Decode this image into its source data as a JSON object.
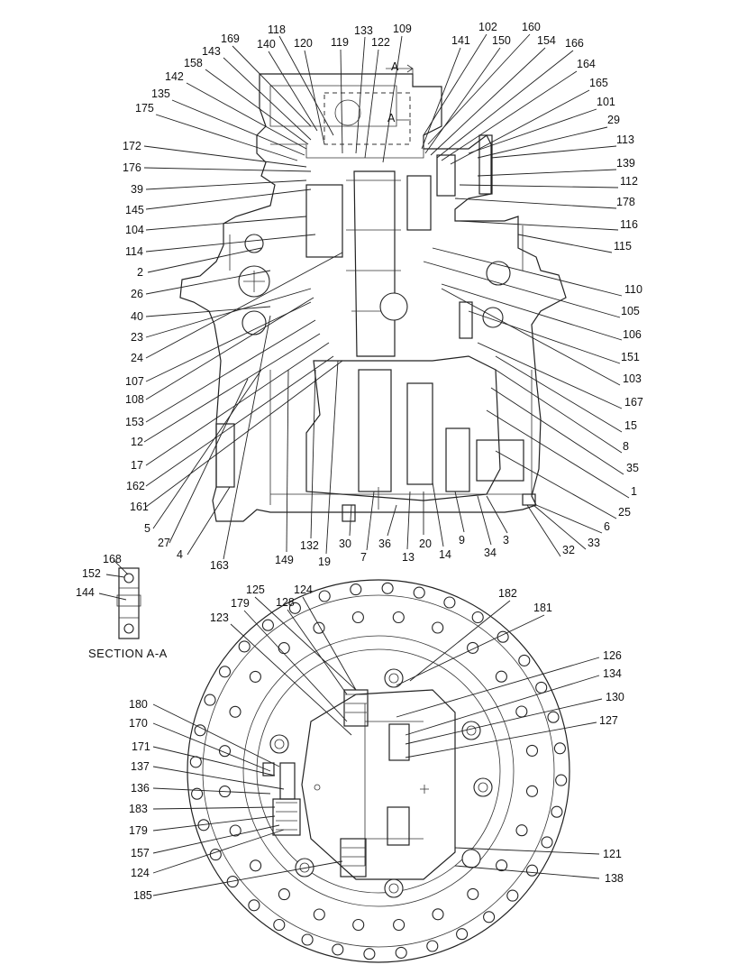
{
  "top_view": {
    "labels": [
      "118",
      "133",
      "109",
      "102",
      "160",
      "169",
      "140",
      "120",
      "119",
      "122",
      "141",
      "150",
      "154",
      "166",
      "143",
      "158",
      "142",
      "135",
      "175",
      "164",
      "165",
      "101",
      "29",
      "172",
      "113",
      "176",
      "139",
      "39",
      "112",
      "145",
      "178",
      "104",
      "116",
      "114",
      "115",
      "2",
      "26",
      "110",
      "40",
      "105",
      "23",
      "106",
      "24",
      "151",
      "107",
      "103",
      "108",
      "167",
      "153",
      "15",
      "12",
      "8",
      "17",
      "35",
      "162",
      "1",
      "161",
      "25",
      "5",
      "6",
      "27",
      "33",
      "4",
      "32",
      "163",
      "149",
      "132",
      "19",
      "30",
      "7",
      "36",
      "13",
      "20",
      "14",
      "9",
      "34",
      "3"
    ],
    "section_marker_top": "A",
    "section_marker_mid": "A"
  },
  "section_detail": {
    "title": "SECTION  A-A",
    "labels": [
      "168",
      "152",
      "144"
    ]
  },
  "bottom_view": {
    "labels": [
      "182",
      "181",
      "125",
      "124",
      "128",
      "179",
      "123",
      "126",
      "134",
      "130",
      "127",
      "180",
      "170",
      "171",
      "137",
      "136",
      "183",
      "179",
      "157",
      "124",
      "185",
      "121",
      "138"
    ]
  }
}
